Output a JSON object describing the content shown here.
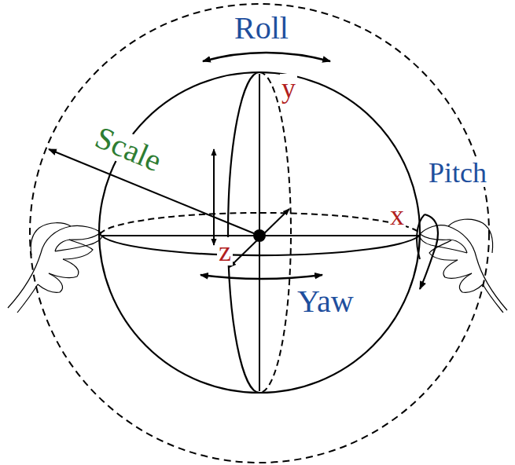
{
  "diagram": {
    "labels": [
      "Roll",
      "y",
      "Scale",
      "Pitch",
      "x",
      "z",
      "Yaw"
    ]
  }
}
